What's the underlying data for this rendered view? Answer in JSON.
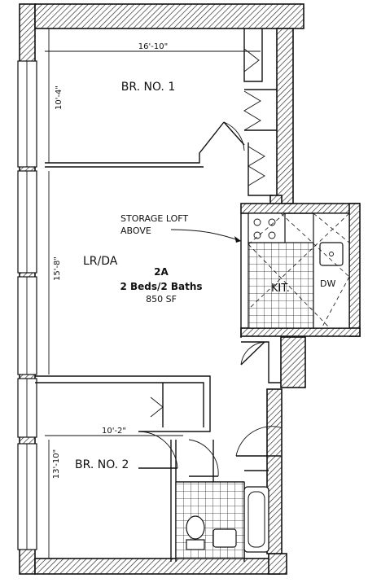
{
  "unit": {
    "title": "2A",
    "beds_baths": "2 Beds/2 Baths",
    "area": "850 SF"
  },
  "rooms": {
    "bedroom1": {
      "name": "BR. NO. 1",
      "width_dim": "16'-10\"",
      "depth_dim": "10'-4\""
    },
    "living": {
      "name": "LR/DA",
      "depth_dim": "15'-8\""
    },
    "kitchen": {
      "name": "KIT.",
      "appliance": "DW"
    },
    "bedroom2": {
      "name": "BR. NO. 2",
      "width_dim": "10'-2\"",
      "depth_dim": "13'-10\""
    }
  },
  "notes": {
    "storage_line1": "STORAGE LOFT",
    "storage_line2": "ABOVE"
  }
}
